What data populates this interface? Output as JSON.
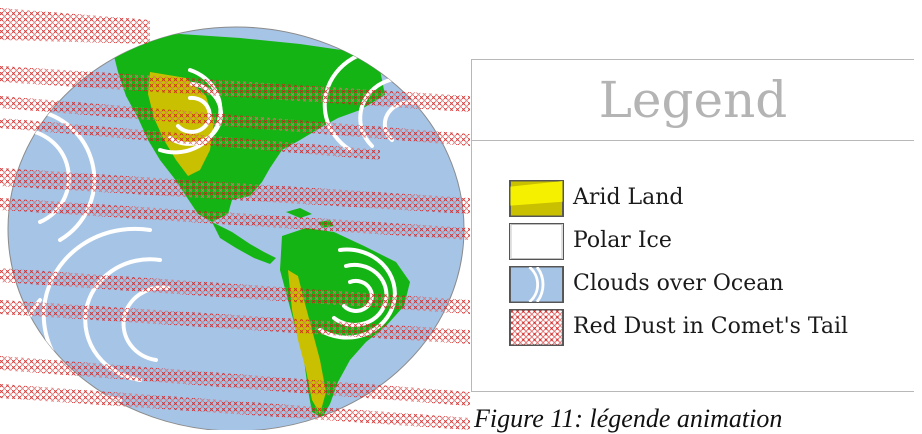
{
  "legend": {
    "title": "Legend",
    "items": [
      {
        "label": "Arid Land",
        "icon": "arid-land-swatch",
        "color": "#c8c000"
      },
      {
        "label": "Polar Ice",
        "icon": "polar-ice-swatch",
        "color": "#ffffff"
      },
      {
        "label": "Clouds over Ocean",
        "icon": "clouds-over-ocean-swatch",
        "color": "#a6c4e6"
      },
      {
        "label": "Red Dust in Comet's Tail",
        "icon": "red-dust-swatch",
        "color": "#d22020"
      }
    ]
  },
  "caption": "Figure 11: légende animation",
  "colors": {
    "ocean": "#a6c4e6",
    "land": "#14b414",
    "arid": "#c8c000",
    "ice": "#ffffff",
    "dust": "#d22020",
    "legend_border": "#b8b8b8",
    "legend_title": "#b4b4b4"
  }
}
